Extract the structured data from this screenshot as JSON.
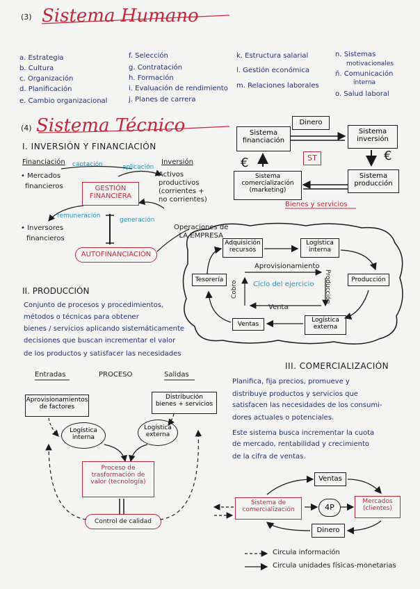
{
  "section3": {
    "num": "(3)",
    "title": "Sistema   Humano",
    "col1": [
      "a. Estrategia",
      "b. Cultura",
      "c. Organización",
      "d. Planificación",
      "e. Cambio organizacional"
    ],
    "col2": [
      "f. Selección",
      "g. Contratación",
      "h. Formación",
      "i. Evaluación de rendimiento",
      "j. Planes de carrera"
    ],
    "col3": [
      "k. Estructura salarial",
      "l. Gestión económica",
      "m. Relaciones laborales"
    ],
    "col4": [
      "n. Sistemas",
      "motivacionales",
      "ñ. Comunicación",
      "interna",
      "o. Salud laboral"
    ]
  },
  "section4": {
    "num": "(4)",
    "title": "Sistema   Técnico",
    "inversion": {
      "heading": "I. INVERSIÓN Y FINANCIACIÓN",
      "financiacion": "Financiación",
      "captacion": "captación",
      "aplicacion": "aplicación",
      "inversion": "Inversión",
      "mercados": "• Mercados",
      "financieros": "financieros",
      "gestion": "GESTIÓN\nFINANCIERA",
      "activos": "Activos\nproductivos\n(corrientes +\nno corrientes)",
      "remuneracion": "remuneración",
      "generacion": "generación",
      "inversores": "• Inversores",
      "inversores2": "financieros",
      "autofin": "AUTOFINANCIACIÓN"
    },
    "ops": {
      "label": "Operaciones de\nLA EMPRESA",
      "adquisicion": "Adquisición\nrecursos",
      "log_interna": "Logística\ninterna",
      "tesoreria": "Tesorería",
      "produccion": "Producción",
      "aprov": "Aprovisionamiento",
      "ciclo": "Ciclo del ejercicio",
      "cobro": "Cobro",
      "produccion_v": "Producción",
      "venta": "Venta",
      "ventas": "Ventas",
      "log_externa": "Logística\nexterna"
    },
    "top_diagram": {
      "dinero": "Dinero",
      "sis_fin": "Sistema\nfinanciación",
      "sis_inv": "Sistema\ninversión",
      "st": "ST",
      "euro1": "€",
      "euro2": "€",
      "sis_com": "Sistema\ncomercialización\n(marketing)",
      "sis_prod": "Sistema\nproducción",
      "bienes": "Bienes y servicios"
    },
    "produccion": {
      "heading": "II. PRODUCCIÓN",
      "text": [
        "Conjunto de procesos y procedimientos,",
        "métodos o técnicas para obtener",
        "bienes / servicios aplicando sistemáticamente",
        "decisiones que buscan incrementar el valor",
        "de los productos y satisfacer las necesidades"
      ],
      "entradas": "Entradas",
      "proceso": "PROCESO",
      "salidas": "Salidas",
      "aprov": "Aprovisionamientos\nde factores",
      "distrib": "Distribución\nbienes + servicios",
      "log_int": "Logística\ninterna",
      "log_ext": "Logística\nexterna",
      "transf": "Proceso de\ntrasformación de\nvalor (tecnología)",
      "control": "Control de calidad"
    },
    "comercial": {
      "heading": "III. COMERCIALIZACIÓN",
      "p1": [
        "Planifica, fija precios, promueve y",
        "distribuye productos y servicios que",
        "satisfacen las necesidades de los consumi-",
        "dores actuales o potenciales."
      ],
      "p2": [
        "Este sistema busca incrementar la cuota",
        "de mercado, rentabilidad y crecimiento",
        "de la cifra de ventas."
      ],
      "ventas": "Ventas",
      "sis_com": "Sistema de\ncomercialización",
      "fourp": "4P",
      "mercados": "Mercados\n(clientes)",
      "dinero": "Dinero",
      "leg1": "Circula información",
      "leg2": "Circula unidades físicas-monetarias"
    }
  }
}
